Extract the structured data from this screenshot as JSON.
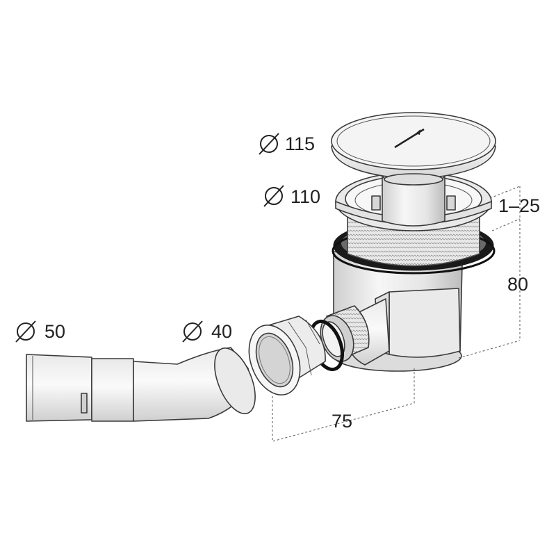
{
  "dimensions": {
    "cover_diameter": "115",
    "flange_diameter": "110",
    "adjust_range": "1–25",
    "height": "80",
    "outlet_offset": "75",
    "pipe_large_diameter": "50",
    "pipe_small_diameter": "40"
  },
  "symbols": {
    "diameter_icon": "diameter-symbol"
  },
  "colors": {
    "line": "#3a3a3a",
    "part_fill": "#f2f2f2",
    "part_shade": "#d9d9d9",
    "gasket": "#1a1a1a"
  }
}
